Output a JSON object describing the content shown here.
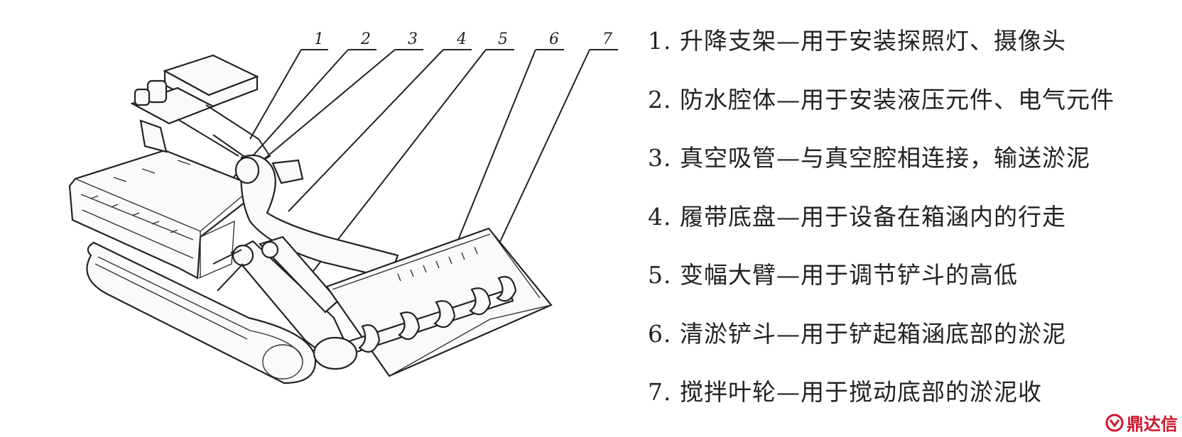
{
  "callout_numbers": [
    "1",
    "2",
    "3",
    "4",
    "5",
    "6",
    "7"
  ],
  "legend": [
    "1. 升降支架—用于安装探照灯、摄像头",
    "2. 防水腔体—用于安装液压元件、电气元件",
    "3. 真空吸管—与真空腔相连接，输送淤泥",
    "4. 履带底盘—用于设备在箱涵内的行走",
    "5. 变幅大臂—用于调节铲斗的高低",
    "6. 清淤铲斗—用于铲起箱涵底部的淤泥",
    "7. 搅拌叶轮—用于搅动底部的淤泥收"
  ],
  "watermark": "鼎达信",
  "colors": {
    "line": "#222222",
    "watermark": "#d2142a"
  }
}
